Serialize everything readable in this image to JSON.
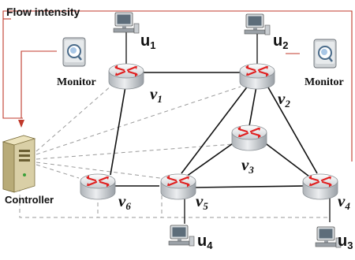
{
  "title": "Flow intensity",
  "monitors": [
    "Monitor",
    "Monitor"
  ],
  "controller": "Controller",
  "nodes": [
    {
      "id": "v1",
      "base": "v",
      "sub": "1"
    },
    {
      "id": "v2",
      "base": "v",
      "sub": "2"
    },
    {
      "id": "v3",
      "base": "v",
      "sub": "3"
    },
    {
      "id": "v4",
      "base": "v",
      "sub": "4"
    },
    {
      "id": "v5",
      "base": "v",
      "sub": "5"
    },
    {
      "id": "v6",
      "base": "v",
      "sub": "6"
    }
  ],
  "users": [
    {
      "id": "u1",
      "base": "u",
      "sub": "1"
    },
    {
      "id": "u2",
      "base": "u",
      "sub": "2"
    },
    {
      "id": "u3",
      "base": "u",
      "sub": "3"
    },
    {
      "id": "u4",
      "base": "u",
      "sub": "4"
    }
  ],
  "links": [
    [
      "v1",
      "v2"
    ],
    [
      "v1",
      "v6"
    ],
    [
      "v6",
      "v5"
    ],
    [
      "v5",
      "v4"
    ],
    [
      "v2",
      "v3"
    ],
    [
      "v2",
      "v5"
    ],
    [
      "v2",
      "v4"
    ],
    [
      "v3",
      "v5"
    ],
    [
      "v3",
      "v4"
    ]
  ],
  "colors": {
    "router_body": "#cfd3d6",
    "router_arrows": "#e02020",
    "flow_line": "#c0392b",
    "control_line": "#999999"
  }
}
